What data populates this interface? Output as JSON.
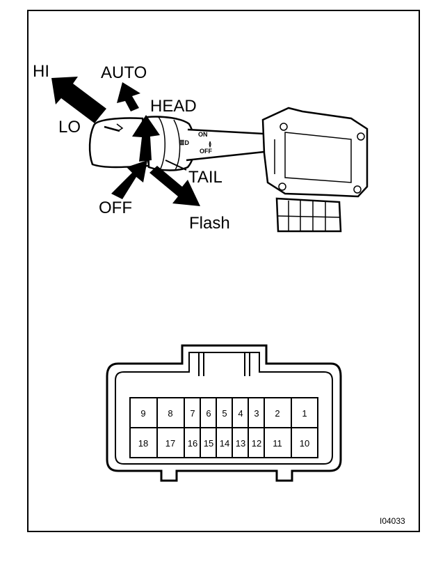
{
  "switch_labels": {
    "hi": "HI",
    "auto": "AUTO",
    "head": "HEAD",
    "lo": "LO",
    "tail": "TAIL",
    "off": "OFF",
    "flash": "Flash"
  },
  "dial_marks": {
    "on": "ON",
    "off": "OFF"
  },
  "connector": {
    "top_row": [
      "9",
      "8",
      "7",
      "6",
      "5",
      "4",
      "3",
      "2",
      "1"
    ],
    "bottom_row": [
      "18",
      "17",
      "16",
      "15",
      "14",
      "13",
      "12",
      "11",
      "10"
    ]
  },
  "figure_code": "I04033"
}
